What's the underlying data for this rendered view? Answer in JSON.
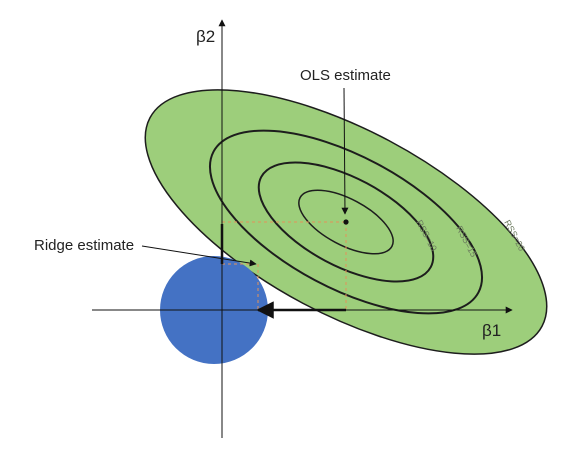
{
  "diagram": {
    "axis_labels": {
      "y": "β2",
      "x": "β1"
    },
    "annotations": {
      "ols": "OLS estimate",
      "ridge": "Ridge estimate"
    },
    "contour_labels": [
      "RSS=10",
      "RSS=15",
      "RSS=20"
    ],
    "colors": {
      "ellipse_fill": "#9dce7b",
      "ellipse_stroke": "#1d1d1d",
      "circle_fill": "#4472c4",
      "axis": "#111111",
      "dashed_guide": "#e2915a"
    }
  }
}
